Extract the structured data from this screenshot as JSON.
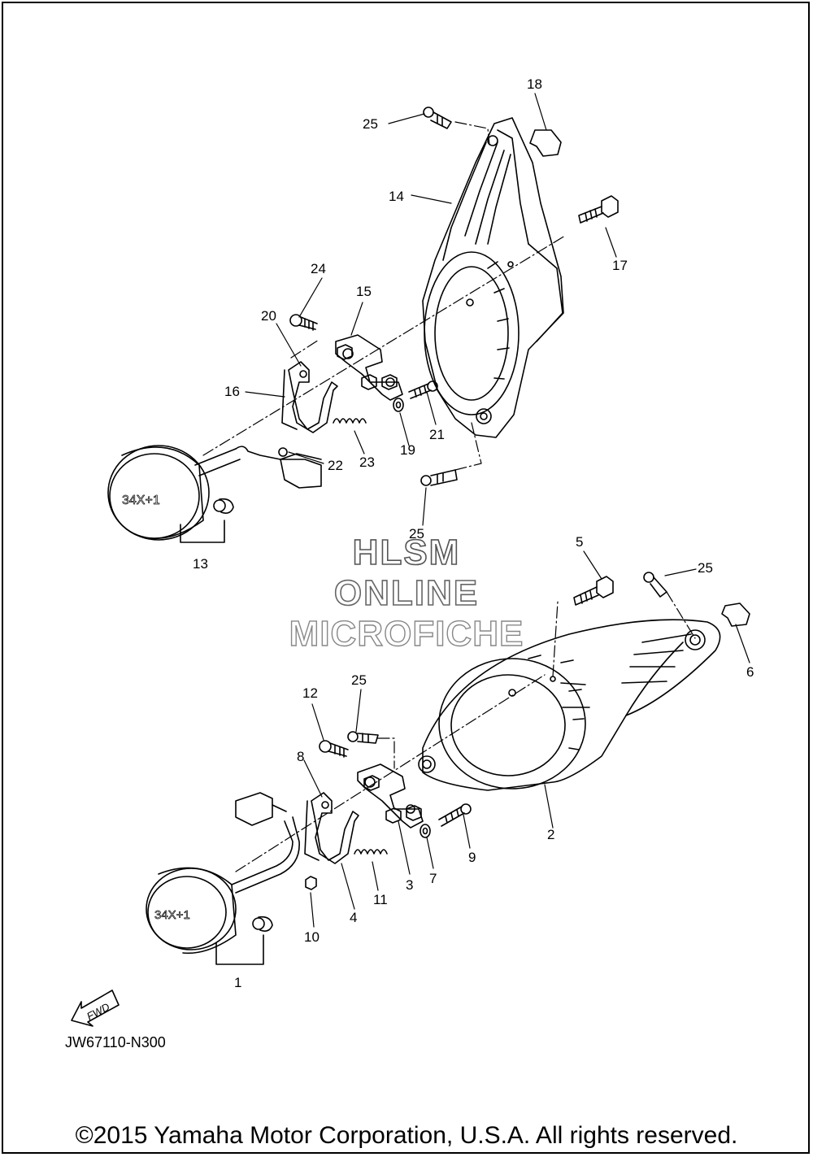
{
  "callouts": [
    {
      "id": "c18",
      "text": "18"
    },
    {
      "id": "c25a",
      "text": "25"
    },
    {
      "id": "c14",
      "text": "14"
    },
    {
      "id": "c17",
      "text": "17"
    },
    {
      "id": "c24",
      "text": "24"
    },
    {
      "id": "c15",
      "text": "15"
    },
    {
      "id": "c20",
      "text": "20"
    },
    {
      "id": "c16",
      "text": "16"
    },
    {
      "id": "c21",
      "text": "21"
    },
    {
      "id": "c19",
      "text": "19"
    },
    {
      "id": "c22",
      "text": "22"
    },
    {
      "id": "c23",
      "text": "23"
    },
    {
      "id": "c25b",
      "text": "25"
    },
    {
      "id": "c13",
      "text": "13"
    },
    {
      "id": "c5",
      "text": "5"
    },
    {
      "id": "c25c",
      "text": "25"
    },
    {
      "id": "c6",
      "text": "6"
    },
    {
      "id": "c12",
      "text": "12"
    },
    {
      "id": "c25d",
      "text": "25"
    },
    {
      "id": "c8",
      "text": "8"
    },
    {
      "id": "c2",
      "text": "2"
    },
    {
      "id": "c9",
      "text": "9"
    },
    {
      "id": "c7",
      "text": "7"
    },
    {
      "id": "c3",
      "text": "3"
    },
    {
      "id": "c11",
      "text": "11"
    },
    {
      "id": "c4",
      "text": "4"
    },
    {
      "id": "c10",
      "text": "10"
    },
    {
      "id": "c1",
      "text": "1"
    }
  ],
  "watermark": {
    "line1": "HLSM",
    "line2": "ONLINE",
    "line3": "MICROFICHE"
  },
  "fwd_label": "FWD",
  "figure_code": "JW67110-N300",
  "copyright": "©2015 Yamaha Motor Corporation, U.S.A. All rights reserved."
}
